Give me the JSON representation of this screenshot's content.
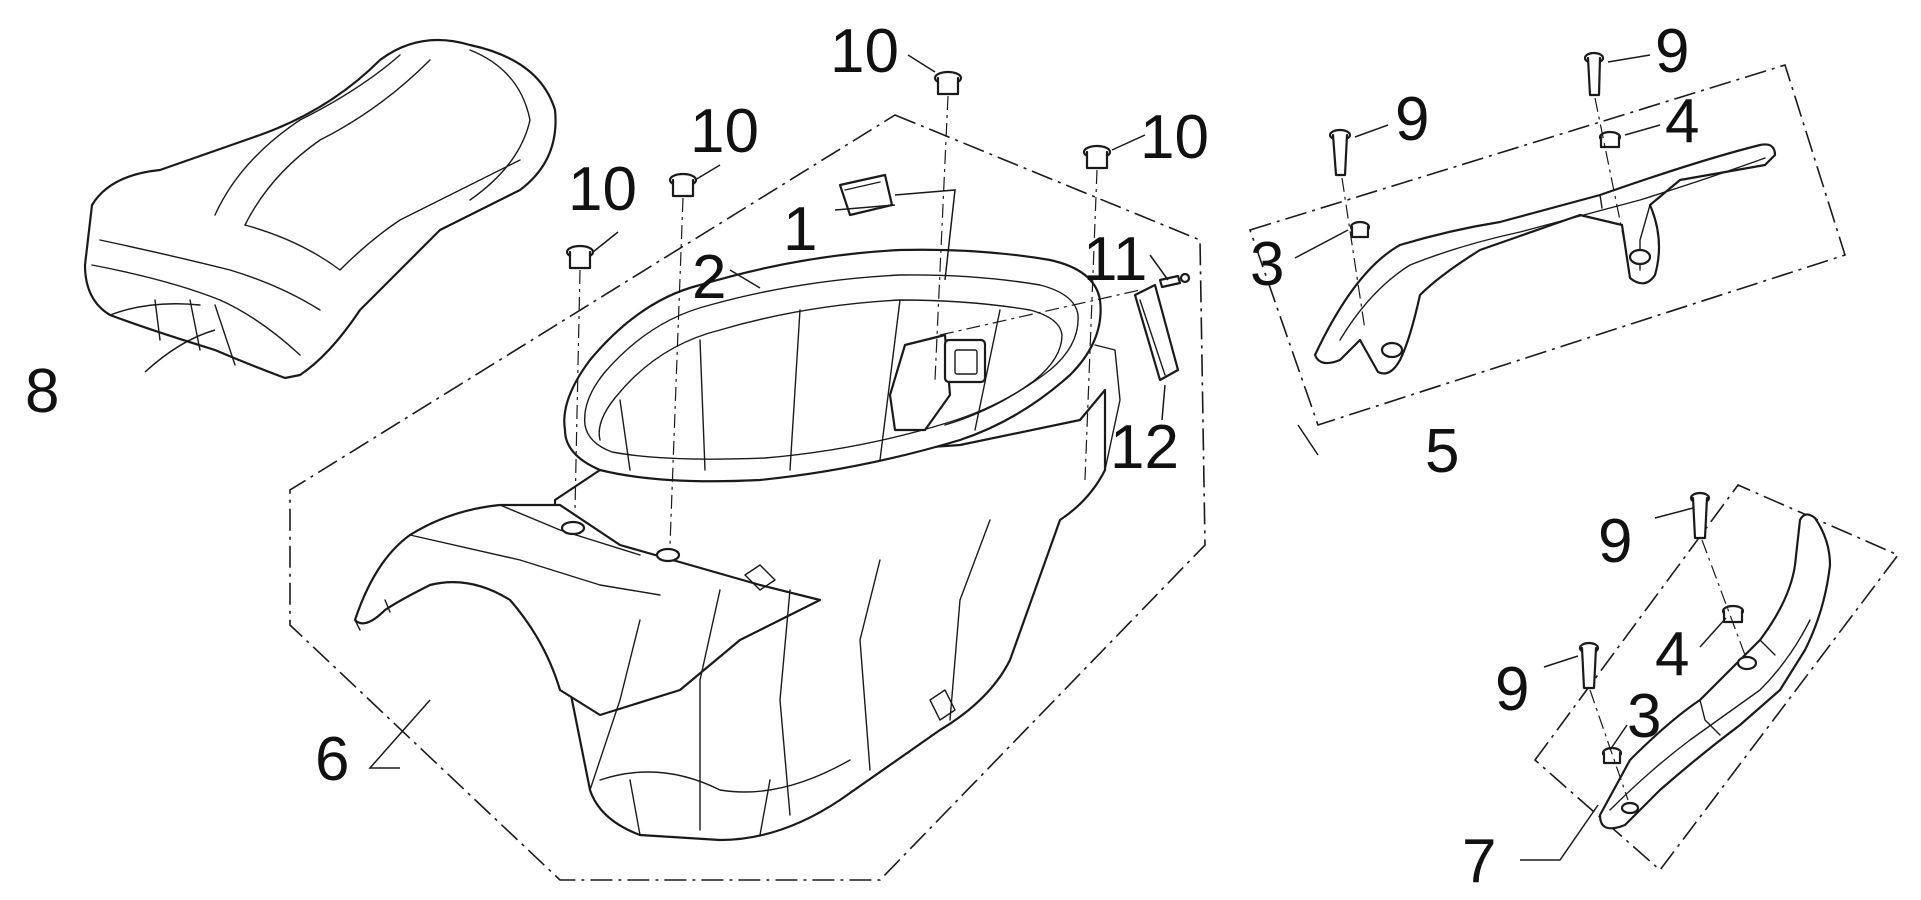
{
  "callouts": {
    "c1": "1",
    "c2": "2",
    "c3a": "3",
    "c3b": "3",
    "c4a": "4",
    "c4b": "4",
    "c5": "5",
    "c6": "6",
    "c7": "7",
    "c8": "8",
    "c9a": "9",
    "c9b": "9",
    "c9c": "9",
    "c9d": "9",
    "c10a": "10",
    "c10b": "10",
    "c10c": "10",
    "c10d": "10",
    "c11": "11",
    "c12": "12"
  }
}
